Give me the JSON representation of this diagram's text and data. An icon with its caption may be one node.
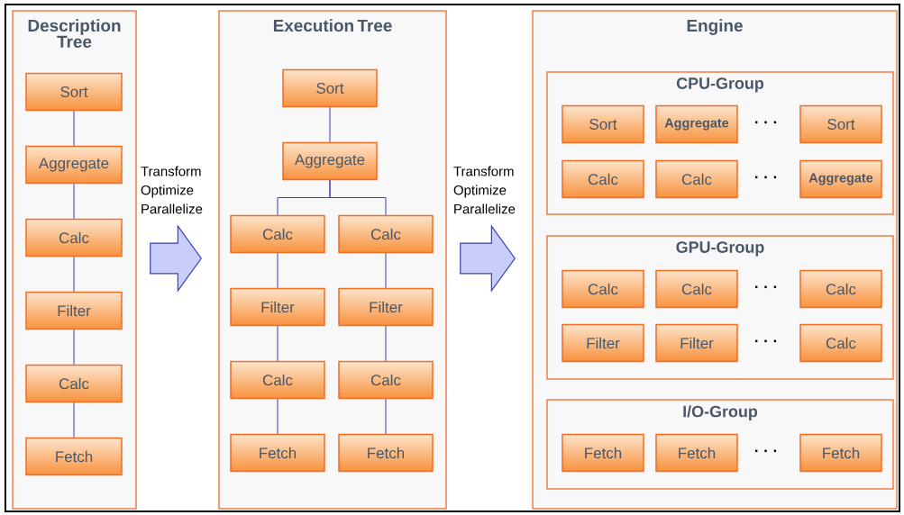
{
  "diagram": {
    "nodes": [
      {
        "text": [
          "Description Tree"
        ]
      },
      {
        "text": [
          "Sort"
        ],
        "in": 0
      },
      {
        "text": [
          "Aggregate"
        ],
        "in": 0
      },
      {
        "text": [
          "Calc"
        ],
        "in": 0
      },
      {
        "text": [
          "Filter"
        ],
        "in": 0
      },
      {
        "text": [
          "Calc"
        ],
        "in": 0
      },
      {
        "text": [
          "Fetch"
        ],
        "in": 0
      },
      {
        "text": [
          "Execution Tree"
        ]
      },
      {
        "text": [
          "Sort"
        ],
        "in": 7
      },
      {
        "text": [
          "Aggregate"
        ],
        "in": 7
      },
      {
        "text": [
          "Calc"
        ],
        "in": 7
      },
      {
        "text": [
          "Calc"
        ],
        "in": 7
      },
      {
        "text": [
          "Filter"
        ],
        "in": 7
      },
      {
        "text": [
          "Filter"
        ],
        "in": 7
      },
      {
        "text": [
          "Calc"
        ],
        "in": 7
      },
      {
        "text": [
          "Calc"
        ],
        "in": 7
      },
      {
        "text": [
          "Fetch"
        ],
        "in": 7
      },
      {
        "text": [
          "Fetch"
        ],
        "in": 7
      },
      {
        "text": [
          "Engine"
        ]
      },
      {
        "text": [
          "CPU-Group"
        ],
        "in": 18
      },
      {
        "text": [
          "Sort"
        ],
        "in": 19
      },
      {
        "text": [
          "Aggregate"
        ],
        "in": 19
      },
      {
        "text": [
          "Sort"
        ],
        "in": 19
      },
      {
        "text": [
          "Calc"
        ],
        "in": 19
      },
      {
        "text": [
          "Calc"
        ],
        "in": 19
      },
      {
        "text": [
          "Aggregate"
        ],
        "in": 19
      },
      {
        "text": [
          "GPU-Group"
        ],
        "in": 18
      },
      {
        "text": [
          "Calc"
        ],
        "in": 26
      },
      {
        "text": [
          "Calc"
        ],
        "in": 26
      },
      {
        "text": [
          "Calc"
        ],
        "in": 26
      },
      {
        "text": [
          "Filter"
        ],
        "in": 26
      },
      {
        "text": [
          "Filter"
        ],
        "in": 26
      },
      {
        "text": [
          "Calc"
        ],
        "in": 26
      },
      {
        "text": [
          "I/O-Group"
        ],
        "in": 18
      },
      {
        "text": [
          "Fetch"
        ],
        "in": 33
      },
      {
        "text": [
          "Fetch"
        ],
        "in": 33
      },
      {
        "text": [
          "Fetch"
        ],
        "in": 33
      }
    ],
    "edges": [
      {
        "from": 1,
        "to": 2,
        "arrow": "none"
      },
      {
        "from": 2,
        "to": 3,
        "arrow": "none"
      },
      {
        "from": 3,
        "to": 4,
        "arrow": "none"
      },
      {
        "from": 4,
        "to": 5,
        "arrow": "none"
      },
      {
        "from": 5,
        "to": 6,
        "arrow": "none"
      },
      {
        "from": 8,
        "to": 9,
        "arrow": "none"
      },
      {
        "from": 9,
        "to": 10,
        "arrow": "none"
      },
      {
        "from": 9,
        "to": 11,
        "arrow": "none"
      },
      {
        "from": 10,
        "to": 12,
        "arrow": "none"
      },
      {
        "from": 12,
        "to": 14,
        "arrow": "none"
      },
      {
        "from": 14,
        "to": 16,
        "arrow": "none"
      },
      {
        "from": 11,
        "to": 13,
        "arrow": "none"
      },
      {
        "from": 13,
        "to": 15,
        "arrow": "none"
      },
      {
        "from": 15,
        "to": 17,
        "arrow": "none"
      },
      {
        "from": 0,
        "to": 7,
        "arrow": "to",
        "label": "Transform Optimize Parallelize",
        "style": "thick",
        "color": "#c8cdfa"
      },
      {
        "from": 7,
        "to": 18,
        "arrow": "to",
        "label": "Transform Optimize Parallelize",
        "style": "thick",
        "color": "#c8cdfa"
      }
    ],
    "labels": [
      "· · ·",
      "· · ·",
      "· · ·",
      "· · ·",
      "· · ·"
    ]
  }
}
